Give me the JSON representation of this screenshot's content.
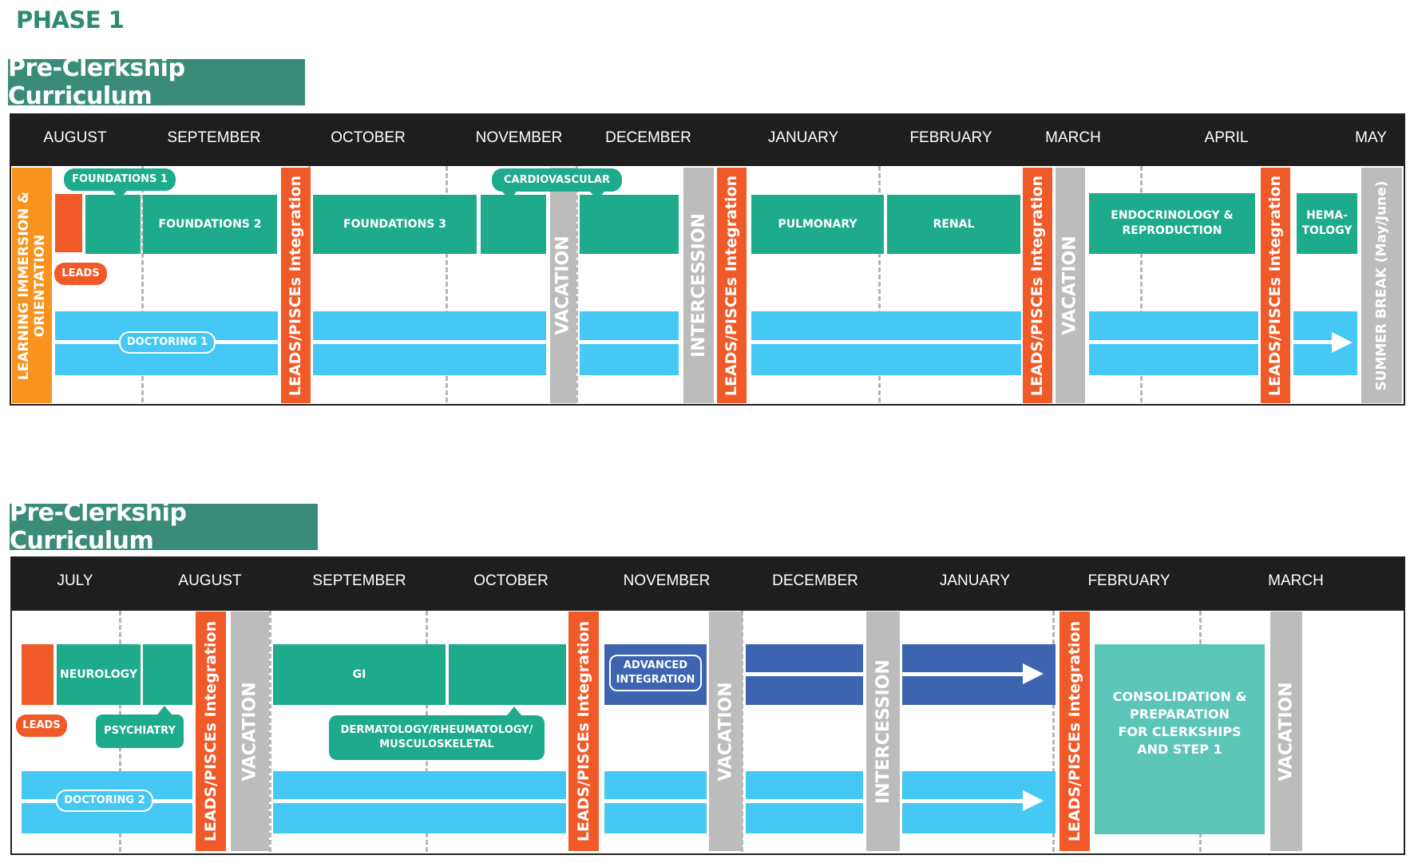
{
  "phase_label": "PHASE 1",
  "section1": {
    "title": "Pre-Clerkship Curriculum",
    "months": [
      "AUGUST",
      "SEPTEMBER",
      "OCTOBER",
      "NOVEMBER",
      "DECEMBER",
      "JANUARY",
      "FEBRUARY",
      "MARCH",
      "APRIL",
      "MAY"
    ],
    "learning_immersion": "LEARNING IMMERSION &",
    "orientation": "ORIENTATION",
    "foundations1": "FOUNDATIONS 1",
    "foundations2": "FOUNDATIONS 2",
    "foundations3": "FOUNDATIONS 3",
    "cardiovascular": "CARDIOVASCULAR",
    "leads": "LEADS",
    "doctoring1": "DOCTORING 1",
    "integration": "LEADS/PISCEs Integration",
    "vacation": "VACATION",
    "intercession": "INTERCESSION",
    "pulmonary": "PULMONARY",
    "renal": "RENAL",
    "endocrinology": "ENDOCRINOLOGY &",
    "reproduction": "REPRODUCTION",
    "hema1": "HEMA-",
    "hema2": "TOLOGY",
    "summer_break": "SUMMER BREAK (May/June)"
  },
  "section2": {
    "title": "Pre-Clerkship Curriculum",
    "months": [
      "JULY",
      "AUGUST",
      "SEPTEMBER",
      "OCTOBER",
      "NOVEMBER",
      "DECEMBER",
      "JANUARY",
      "FEBRUARY",
      "MARCH"
    ],
    "leads": "LEADS",
    "neurology": "NEUROLOGY",
    "psychiatry": "PSYCHIATRY",
    "integration": "LEADS/PISCEs Integration",
    "vacation": "VACATION",
    "gi": "GI",
    "derm1": "DERMATOLOGY/RHEUMATOLOGY/",
    "derm2": "MUSCULOSKELETAL",
    "advanced1": "ADVANCED",
    "advanced2": "INTEGRATION",
    "intercession": "INTERCESSION",
    "doctoring2": "DOCTORING 2",
    "consolidation": [
      "CONSOLIDATION &",
      "PREPARATION",
      "FOR CLERKSHIPS",
      "AND STEP 1"
    ]
  },
  "colors": {
    "teal": "#1eab8b",
    "light_teal": "#5bc5b7",
    "sky_blue": "#45c8f3",
    "navy": "#3d64b0",
    "orange": "#f05a28",
    "amber": "#f7931e",
    "gray": "#bcbcbc",
    "header": "#3a8c78",
    "month_bar": "#1e1e1e"
  }
}
